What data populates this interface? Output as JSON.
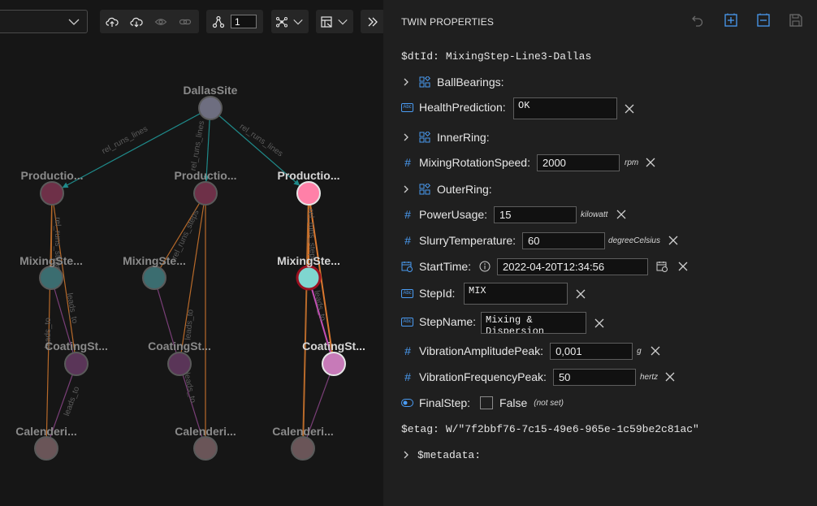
{
  "toolbar": {
    "query_depth_value": "1",
    "icons": [
      "chevron-down-icon",
      "cloud-upload-icon",
      "cloud-download-icon",
      "eye-icon",
      "link-icon",
      "nodes-icon",
      "graph-layout-icon",
      "chevron-down-icon",
      "table-filter-icon",
      "chevron-down-icon",
      "expand-panel-icon"
    ]
  },
  "graph": {
    "nodes": [
      {
        "id": "dallas",
        "label": "DallasSite",
        "color": "#6e6e80",
        "highlight": false
      },
      {
        "id": "p1",
        "label": "Productio...",
        "color": "#6e3048",
        "highlight": false
      },
      {
        "id": "p2",
        "label": "Productio...",
        "color": "#6e3048",
        "highlight": false
      },
      {
        "id": "p3",
        "label": "Productio...",
        "color": "#ff80a8",
        "highlight": true
      },
      {
        "id": "m1",
        "label": "MixingSte...",
        "color": "#3b6d70",
        "highlight": false
      },
      {
        "id": "m2",
        "label": "MixingSte...",
        "color": "#3b6d70",
        "highlight": false
      },
      {
        "id": "m3",
        "label": "MixingSte...",
        "color": "#7fd6d0",
        "highlight": true
      },
      {
        "id": "c1",
        "label": "CoatingSt...",
        "color": "#5a3558",
        "highlight": false
      },
      {
        "id": "c2",
        "label": "CoatingSt...",
        "color": "#5a3558",
        "highlight": false
      },
      {
        "id": "c3",
        "label": "CoatingSt...",
        "color": "#c77ab8",
        "highlight": true
      },
      {
        "id": "k1",
        "label": "Calenderi...",
        "color": "#6a5558",
        "highlight": false
      },
      {
        "id": "k2",
        "label": "Calenderi...",
        "color": "#6a5558",
        "highlight": false
      },
      {
        "id": "k3",
        "label": "Calenderi...",
        "color": "#6a5558",
        "highlight": false
      }
    ],
    "edge_labels": [
      "rel_runs_lines",
      "rel_runs_lines",
      "rel_runs_lines",
      "rel_runs_steps",
      "rel_runs_steps",
      "rel_runs_steps",
      "leads_to",
      "leads_to",
      "leads_to",
      "leads_to",
      "leads_to",
      "leads_to"
    ]
  },
  "properties": {
    "title": "TWIN PROPERTIES",
    "dtid_key": "$dtId:",
    "dtid_value": "MixingStep-Line3-Dallas",
    "ball_bearings": "BallBearings:",
    "health_prediction_label": "HealthPrediction:",
    "health_prediction_value": "OK",
    "inner_ring": "InnerRing:",
    "mixing_speed_label": "MixingRotationSpeed:",
    "mixing_speed_value": "2000",
    "mixing_speed_unit": "rpm",
    "outer_ring": "OuterRing:",
    "power_usage_label": "PowerUsage:",
    "power_usage_value": "15",
    "power_usage_unit": "kilowatt",
    "slurry_temp_label": "SlurryTemperature:",
    "slurry_temp_value": "60",
    "slurry_temp_unit": "degreeCelsius",
    "start_time_label": "StartTime:",
    "start_time_value": "2022-04-20T12:34:56",
    "step_id_label": "StepId:",
    "step_id_value": "MIX",
    "step_name_label": "StepName:",
    "step_name_value": "Mixing &\nDispersion",
    "vib_amp_label": "VibrationAmplitudePeak:",
    "vib_amp_value": "0,001",
    "vib_amp_unit": "g",
    "vib_freq_label": "VibrationFrequencyPeak:",
    "vib_freq_value": "50",
    "vib_freq_unit": "hertz",
    "final_step_label": "FinalStep:",
    "final_step_value": "False",
    "final_step_note": "(not set)",
    "etag_key": "$etag:",
    "etag_value": "W/\"7f2bbf76-7c15-49e6-965e-1c59be2c81ac\"",
    "metadata": "$metadata:"
  },
  "colors": {
    "accent": "#4a9bf2",
    "edge_teal": "#1f8a8a",
    "edge_orange": "#b86a2a",
    "edge_purple": "#7a3f78"
  }
}
